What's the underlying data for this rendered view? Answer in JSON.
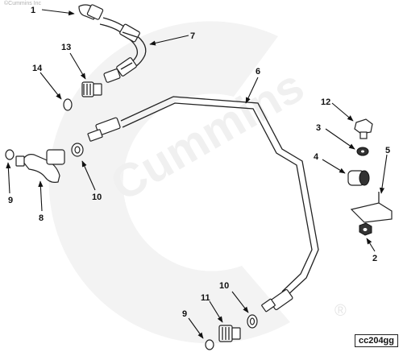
{
  "copyright": "©Cummins Inc",
  "watermark": "Cummins",
  "image_code": "cc204gg",
  "callouts": {
    "c1": "1",
    "c2": "2",
    "c3": "3",
    "c4": "4",
    "c5": "5",
    "c6": "6",
    "c7": "7",
    "c8": "8",
    "c9a": "9",
    "c9b": "9",
    "c10a": "10",
    "c10b": "10",
    "c11": "11",
    "c12": "12",
    "c13": "13",
    "c14": "14"
  },
  "watermark_registered": "®"
}
